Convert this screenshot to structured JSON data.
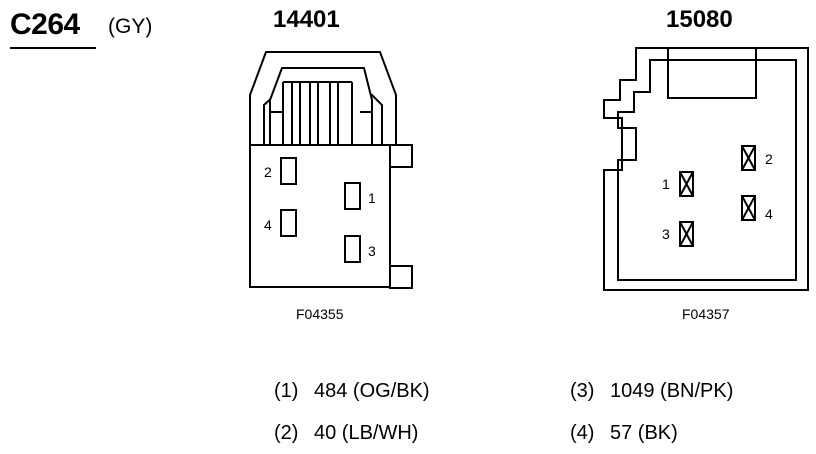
{
  "connector": {
    "id": "C264",
    "color": "(GY)"
  },
  "views": [
    {
      "part_number": "14401",
      "figure_id": "F04355",
      "pins": [
        {
          "label": "1"
        },
        {
          "label": "2"
        },
        {
          "label": "3"
        },
        {
          "label": "4"
        }
      ]
    },
    {
      "part_number": "15080",
      "figure_id": "F04357",
      "pins": [
        {
          "label": "1"
        },
        {
          "label": "2"
        },
        {
          "label": "3"
        },
        {
          "label": "4"
        }
      ]
    }
  ],
  "circuits": [
    {
      "pin": "(1)",
      "circuit": "484 (OG/BK)"
    },
    {
      "pin": "(2)",
      "circuit": "40 (LB/WH)"
    },
    {
      "pin": "(3)",
      "circuit": "1049 (BN/PK)"
    },
    {
      "pin": "(4)",
      "circuit": "57 (BK)"
    }
  ]
}
